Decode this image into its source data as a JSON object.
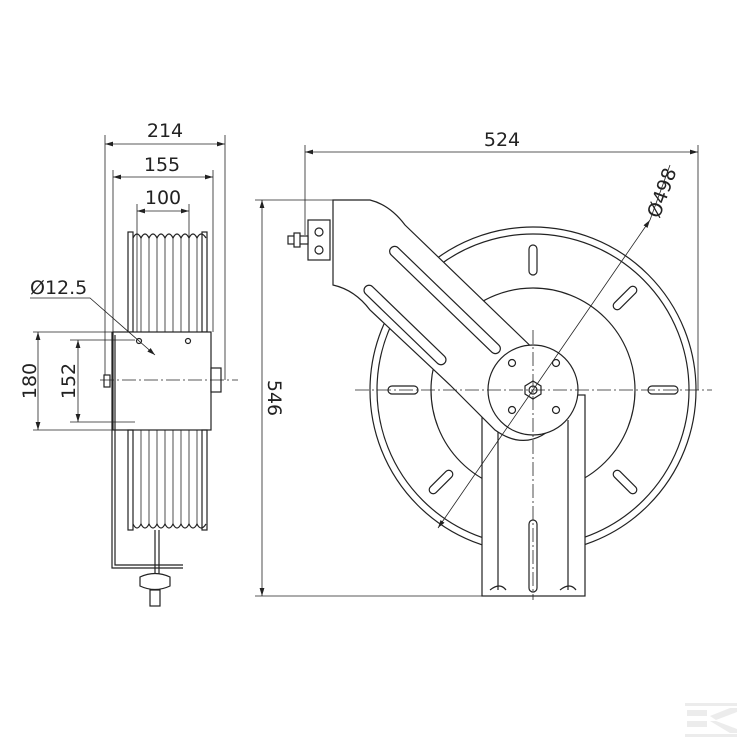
{
  "side_view": {
    "dim_overall_width": "214",
    "dim_reel_width": "155",
    "dim_hose_width": "100",
    "dim_hole_diameter": "Ø12.5",
    "dim_mount_height": "180",
    "dim_hole_spacing": "152"
  },
  "front_view": {
    "dim_overall_width": "524",
    "dim_overall_height": "546",
    "dim_drum_diameter": "Ø498"
  },
  "watermark": {
    "icon": "brand-logo-icon"
  }
}
